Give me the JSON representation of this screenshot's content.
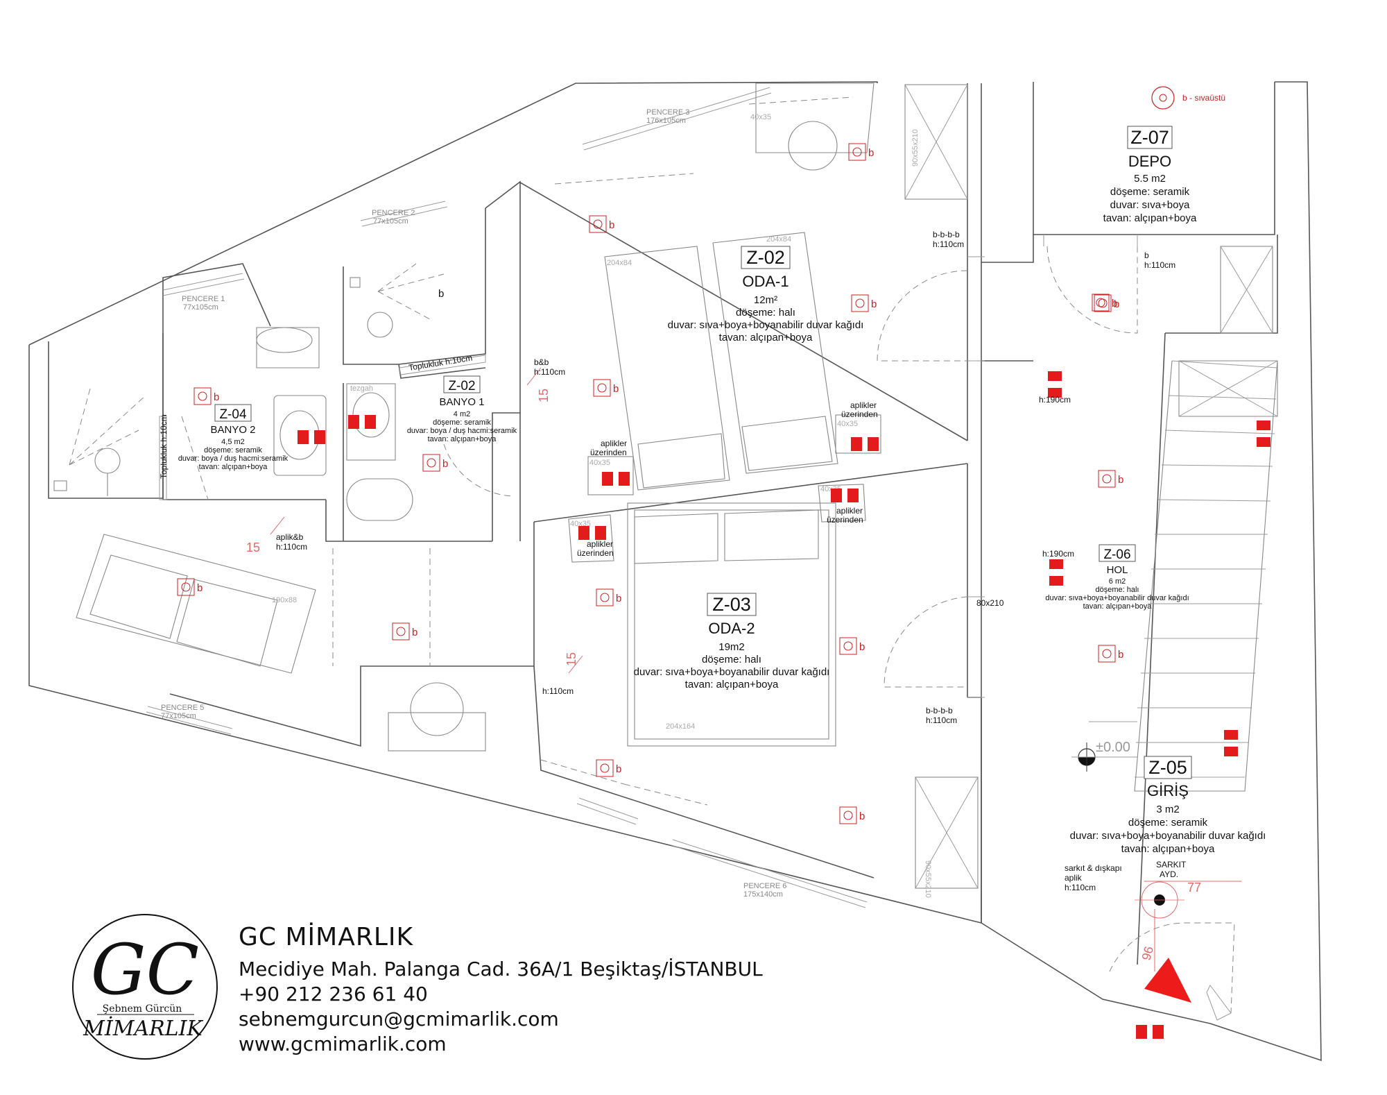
{
  "company": {
    "name": "GC MİMARLIK",
    "address": "Mecidiye Mah. Palanga Cad. 36A/1 Beşiktaş/İSTANBUL",
    "phone": "+90 212 236 61 40",
    "email": "sebnemgurcun@gcmimarlik.com",
    "website": "www.gcmimarlik.com"
  },
  "logo": {
    "monogram": "GC",
    "name_top": "Şebnem Gürcün",
    "name_bottom": "MİMARLIK"
  },
  "legend": {
    "symbol": "b",
    "text": "b - sıvaüstü"
  },
  "rooms": {
    "z07": {
      "code": "Z-07",
      "name": "DEPO",
      "area": "5.5 m2",
      "floor": "döşeme: seramik",
      "wall": "duvar: sıva+boya",
      "ceiling": "tavan: alçıpan+boya"
    },
    "z02_oda": {
      "code": "Z-02",
      "name": "ODA-1",
      "area": "12m²",
      "floor": "döşeme: halı",
      "wall": "duvar: sıva+boya+boyanabilir duvar kağıdı",
      "ceiling": "tavan: alçıpan+boya"
    },
    "z02_banyo": {
      "code": "Z-02",
      "name": "BANYO 1",
      "area": "4 m2",
      "floor": "döşeme: seramik",
      "wall": "duvar: boya / duş hacmi:seramik",
      "ceiling": "tavan: alçıpan+boya"
    },
    "z04": {
      "code": "Z-04",
      "name": "BANYO 2",
      "area": "4,5 m2",
      "floor": "döşeme: seramik",
      "wall": "duvar: boya / duş hacmi:seramik",
      "ceiling": "tavan: alçıpan+boya"
    },
    "z03": {
      "code": "Z-03",
      "name": "ODA-2",
      "area": "19m2",
      "floor": "döşeme: halı",
      "wall": "duvar: sıva+boya+boyanabilir duvar kağıdı",
      "ceiling": "tavan: alçıpan+boya"
    },
    "z06": {
      "code": "Z-06",
      "name": "HOL",
      "area": "6 m2",
      "floor": "döşeme: halı",
      "wall": "duvar: sıva+boya+boyanabilir duvar kağıdı",
      "ceiling": "tavan: alçıpan+boya"
    },
    "z05": {
      "code": "Z-05",
      "name": "GİRİŞ",
      "area": "3 m2",
      "floor": "döşeme: seramik",
      "wall": "duvar: sıva+boya+boyanabilir duvar kağıdı",
      "ceiling": "tavan: alçıpan+boya"
    }
  },
  "windows": {
    "p1": {
      "name": "PENCERE 1",
      "size": "77x105cm"
    },
    "p2": {
      "name": "PENCERE 2",
      "size": "77x105cm"
    },
    "p3": {
      "name": "PENCERE 3",
      "size": "176x105cm"
    },
    "p5": {
      "name": "PENCERE 5",
      "size": "77x105cm"
    },
    "p6": {
      "name": "PENCERE 6",
      "size": "175x140cm"
    }
  },
  "notes": {
    "bbbb_h110": "b-b-b-b",
    "h110_a": "h:110cm",
    "b_h110_b": "b",
    "h110_b": "h:110cm",
    "bb": "b&b",
    "h110_c": "h:110cm",
    "h190_a": "h:190cm",
    "h190_b": "h:190cm",
    "aplik_b": "aplik&b",
    "h110_d": "h:110cm",
    "h110_e": "h:110cm",
    "door_80x210": "80x210",
    "bbbb_b": "b-b-b-b",
    "h110_f": "h:110cm",
    "sarkit_1": "sarkıt & dışkapı",
    "sarkit_2": "aplik",
    "sarkit_3": "h:110cm",
    "sarkit_ayd_1": "SARKIT",
    "sarkit_ayd_2": "AYD.",
    "toplukluk_a": "Topluklu­k h:10cm",
    "toplukluk_b": "Topluklu­k h:10cm",
    "tezgah": "tezgah",
    "aplikler_1a": "aplikler",
    "aplikler_1b": "üzerinden",
    "aplikler_2a": "aplikler",
    "aplikler_2b": "üzerinden",
    "aplikler_3a": "aplikler",
    "aplikler_3b": "üzerinden",
    "aplikler_4a": "aplikler",
    "aplikler_4b": "üzerinden",
    "level": "±0.00"
  },
  "furniture_labels": {
    "bed1": "204x84",
    "bed2": "204x84",
    "bed3": "204x164",
    "sofa": "190x88",
    "tbl1": "40x35",
    "tbl2": "40x35",
    "tbl3": "40x35",
    "tbl4": "40x35",
    "wd1": "90x55x210",
    "wd2": "90x55x210",
    "chair": "40x35"
  },
  "dims": {
    "d15a": "15",
    "d15b": "15",
    "d15c": "15",
    "d96": "96",
    "d77": "77"
  },
  "colors": {
    "accent": "#cc1f1f",
    "line": "#555555",
    "dim": "#e06a6a"
  }
}
